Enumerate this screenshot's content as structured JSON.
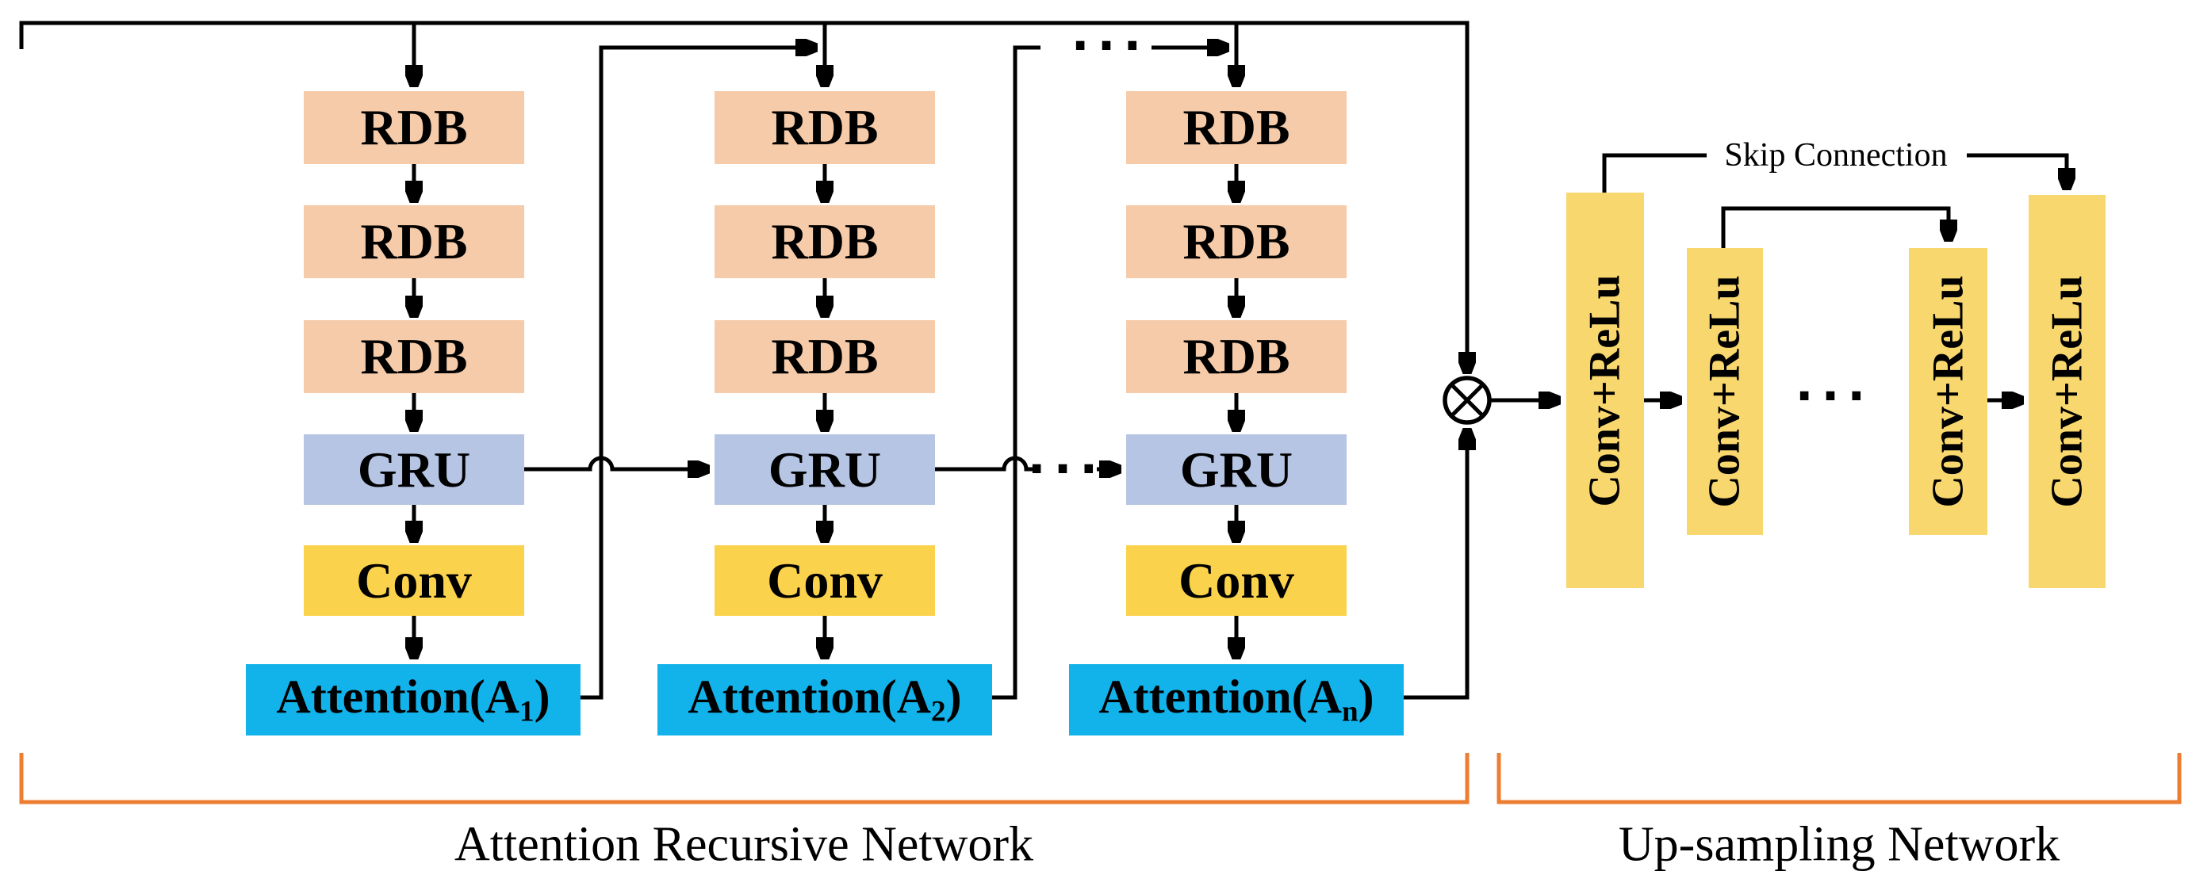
{
  "diagram": {
    "sections": {
      "left_label": "Attention Recursive Network",
      "right_label": "Up-sampling Network"
    },
    "skip_connection": {
      "label": "Skip Connection"
    },
    "dots": "···",
    "icons": {
      "multiply_icon": "⊗"
    },
    "columns": [
      {
        "blocks": [
          "RDB",
          "RDB",
          "RDB",
          "GRU",
          "Conv"
        ],
        "attention": {
          "pre": "Attention(A",
          "sub": "1",
          "post": ")"
        }
      },
      {
        "blocks": [
          "RDB",
          "RDB",
          "RDB",
          "GRU",
          "Conv"
        ],
        "attention": {
          "pre": "Attention(A",
          "sub": "2",
          "post": ")"
        }
      },
      {
        "blocks": [
          "RDB",
          "RDB",
          "RDB",
          "GRU",
          "Conv"
        ],
        "attention": {
          "pre": "Attention(A",
          "sub": "n",
          "post": ")"
        }
      }
    ],
    "upsampling": {
      "bars": [
        "Conv+ReLu",
        "Conv+ReLu",
        "Conv+ReLu",
        "Conv+ReLu"
      ]
    },
    "colors": {
      "rdb": "#F6CBA9",
      "gru": "#B6C5E4",
      "conv": "#FBD24B",
      "bar": "#F8D76E",
      "attention": "#12B3EB",
      "bracket": "#ED7D31",
      "line": "#000000"
    }
  }
}
